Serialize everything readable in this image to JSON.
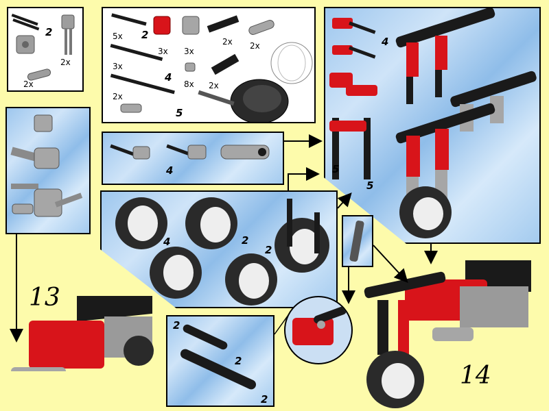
{
  "steps": {
    "step13": "13",
    "step14": "14"
  },
  "parts_top_left": {
    "q1": "2",
    "q2": "2x",
    "q3": "2x"
  },
  "parts_main": {
    "axle_long_qty": "5x",
    "axle_long_len": "2",
    "red_conn_qty": "3x",
    "grey_conn_qty": "3x",
    "black_conn_qty": "2x",
    "grey_lever_qty": "2x",
    "axle_mid_qty": "3x",
    "axle_mid_len": "4",
    "small_bush_qty": "8x",
    "black_peg_qty": "2x",
    "axle_5_qty": "2x",
    "axle_5_len": "5"
  },
  "sub_connectors": {
    "len": "4"
  },
  "sub_wheels": {
    "a": "4",
    "b": "2",
    "c": "2"
  },
  "sub_forks": {
    "a": "4",
    "b": "5",
    "c": "5"
  },
  "sub_arms": {
    "a": "2",
    "b": "2",
    "c": "2"
  },
  "colors": {
    "background": "#fdfbab",
    "lego_red": "#d8141a",
    "lego_black": "#1a1a1a",
    "lego_grey": "#a6a6a6",
    "panel_blue": "#a9cdef"
  }
}
